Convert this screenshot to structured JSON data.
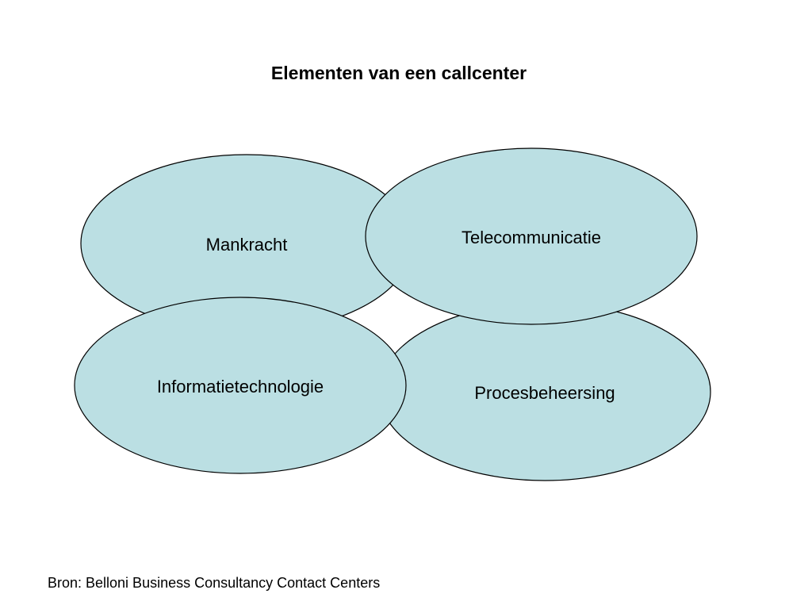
{
  "title": "Elementen van een callcenter",
  "nodes": [
    {
      "id": "mankracht",
      "label": "Mankracht"
    },
    {
      "id": "procesbeheersing",
      "label": "Procesbeheersing"
    },
    {
      "id": "telecommunicatie",
      "label": "Telecommunicatie"
    },
    {
      "id": "informatietechnologie",
      "label": "Informatietechnologie"
    }
  ],
  "colors": {
    "ellipse_fill": "#bbdfe3",
    "ellipse_stroke": "#000000"
  },
  "source": "Bron: Belloni Business Consultancy Contact Centers"
}
